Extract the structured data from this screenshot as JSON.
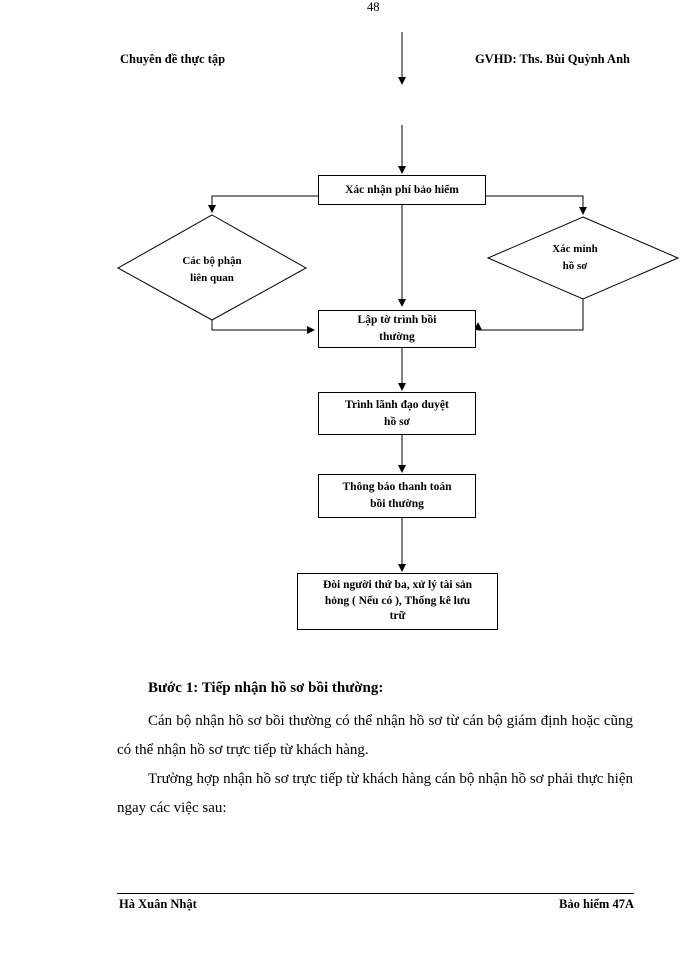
{
  "header": {
    "left": "Chuyên đề thực tập",
    "page_number": "48",
    "right": "GVHD: Ths. Bùi Quỳnh Anh"
  },
  "flowchart": {
    "box_fee": "Xác nhận phí bảo hiểm",
    "diamond_left": "Các bộ phận\nliên quan",
    "diamond_right": "Xác minh\nhồ sơ",
    "box_report": "Lập tờ trình bồi\nthường",
    "box_approve": "Trình lãnh đạo duyệt\nhồ sơ",
    "box_notify": "Thông báo thanh toán\nbồi thường",
    "box_final": "Đòi người thứ ba, xử lý tài sản\nhỏng ( Nếu có ), Thống kê lưu\ntrữ"
  },
  "body": {
    "step_heading": "Bước 1: Tiếp nhận hồ sơ bồi thường:",
    "paragraph1": "Cán bộ nhận hồ sơ bồi thường có thể nhận hồ sơ từ cán bộ giám định hoặc cũng có thể nhận hồ sơ trực tiếp từ khách hàng.",
    "paragraph2": "Trường hợp nhận hồ sơ trực tiếp từ khách hàng cán bộ nhận hồ sơ phải thực hiện ngay các việc sau:"
  },
  "footer": {
    "left": "Hà Xuân Nhật",
    "right": "Bảo hiểm 47A"
  }
}
